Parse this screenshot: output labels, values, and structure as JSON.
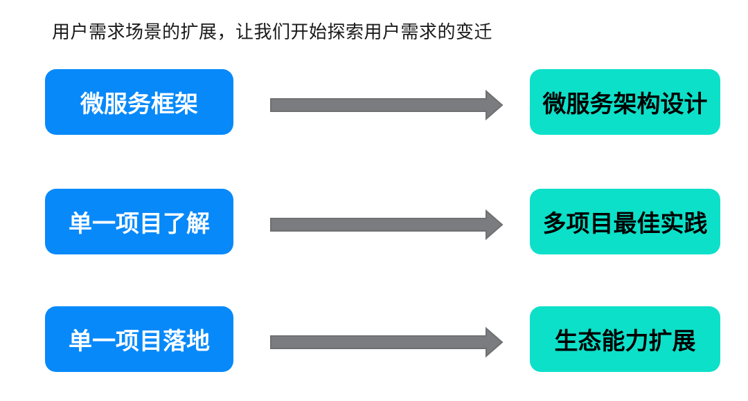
{
  "title": "用户需求场景的扩展，让我们开始探索用户需求的变迁",
  "colors": {
    "left_box": "#0789fa",
    "right_box": "#0de0c8",
    "arrow_fill": "#7a7c7f",
    "arrow_stroke": "#6e7071",
    "title_text": "#1a1a1a"
  },
  "rows": [
    {
      "left": "微服务框架",
      "right": "微服务架构设计"
    },
    {
      "left": "单一项目了解",
      "right": "多项目最佳实践"
    },
    {
      "left": "单一项目落地",
      "right": "生态能力扩展"
    }
  ]
}
